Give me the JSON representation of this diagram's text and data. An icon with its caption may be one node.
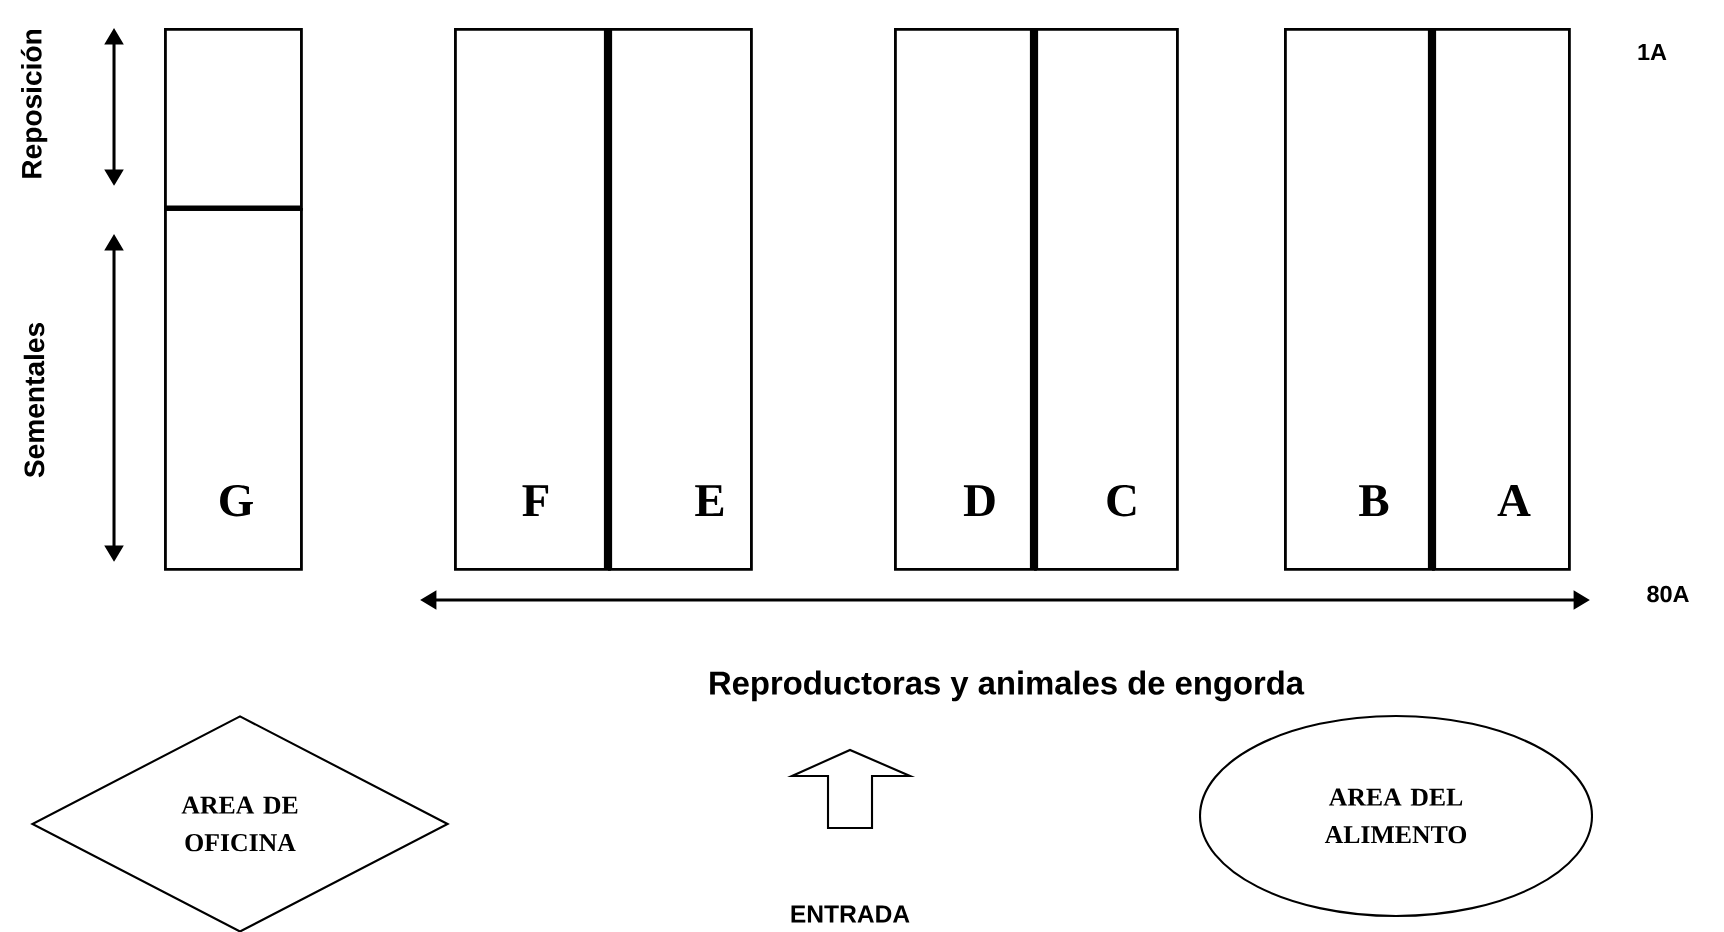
{
  "diagram": {
    "nodes": [
      {
        "text": [],
        "shape": "box"
      },
      {
        "text": [
          "G"
        ]
      },
      {
        "text": [
          "F"
        ]
      },
      {
        "text": [
          "E"
        ]
      },
      {
        "text": [
          "D"
        ]
      },
      {
        "text": [
          "C"
        ]
      },
      {
        "text": [
          "B"
        ]
      },
      {
        "text": [
          "A"
        ]
      },
      {
        "text": [
          "AREA DE OFICINA"
        ]
      },
      {
        "text": [
          "AREA DEL ALIMENTO"
        ]
      }
    ],
    "edges": [],
    "labels": [
      "Reposición",
      "Sementales",
      "1A",
      "80A",
      "Reproductoras y animales de engorda",
      "ENTRADA"
    ]
  }
}
